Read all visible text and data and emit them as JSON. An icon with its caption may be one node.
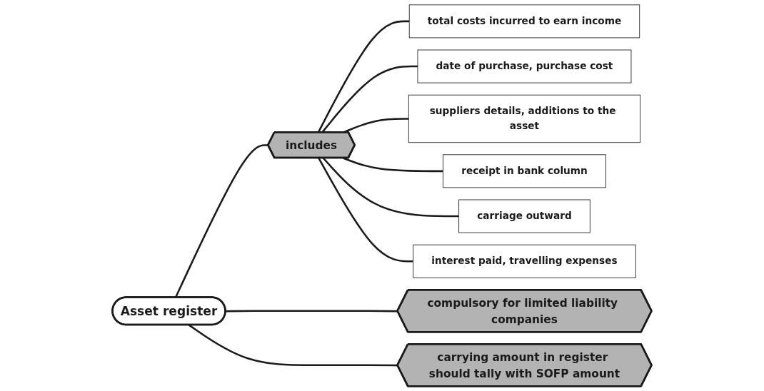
{
  "diagram": {
    "nodes": [
      {
        "text": [
          "Asset register"
        ]
      },
      {
        "text": [
          "includes"
        ]
      },
      {
        "text": [
          "total costs incurred to earn income"
        ]
      },
      {
        "text": [
          "date of purchase, purchase cost"
        ]
      },
      {
        "text": [
          "suppliers details, additions to the asset"
        ]
      },
      {
        "text": [
          "receipt in bank column"
        ]
      },
      {
        "text": [
          "carriage outward"
        ]
      },
      {
        "text": [
          "interest paid, travelling expenses"
        ]
      },
      {
        "text": [
          "compulsory for limited liability companies"
        ]
      },
      {
        "text": [
          "carrying amount in register should tally with SOFP amount"
        ]
      }
    ],
    "edges": [
      {
        "from": 0,
        "to": 1,
        "arrow": "none"
      },
      {
        "from": 1,
        "to": 2,
        "arrow": "none"
      },
      {
        "from": 1,
        "to": 3,
        "arrow": "none"
      },
      {
        "from": 1,
        "to": 4,
        "arrow": "none"
      },
      {
        "from": 1,
        "to": 5,
        "arrow": "none"
      },
      {
        "from": 1,
        "to": 6,
        "arrow": "none"
      },
      {
        "from": 1,
        "to": 7,
        "arrow": "none"
      },
      {
        "from": 0,
        "to": 8,
        "arrow": "none"
      },
      {
        "from": 0,
        "to": 9,
        "arrow": "none"
      }
    ]
  }
}
